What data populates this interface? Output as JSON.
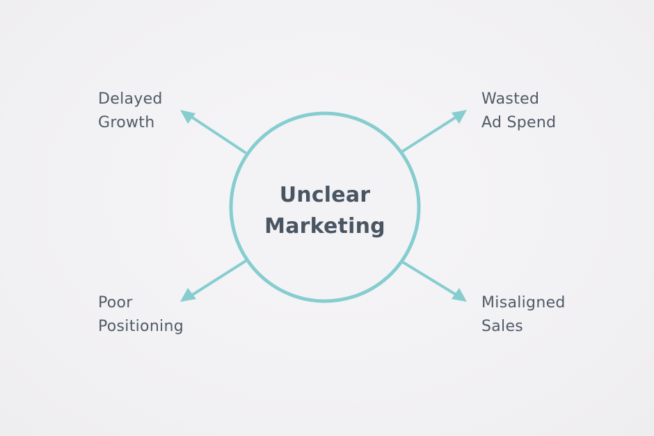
{
  "diagram": {
    "hub": {
      "lines": [
        "Unclear",
        "Marketing"
      ]
    },
    "nodes": {
      "top_left": {
        "lines": [
          "Delayed",
          "Growth"
        ]
      },
      "top_right": {
        "lines": [
          "Wasted",
          "Ad Spend"
        ]
      },
      "bottom_left": {
        "lines": [
          "Poor",
          "Positioning"
        ]
      },
      "bottom_right": {
        "lines": [
          "Misaligned",
          "Sales"
        ]
      }
    },
    "colors": {
      "accent": "#86cdd0",
      "text": "#4a5563",
      "background": "#f3f2f4"
    }
  }
}
